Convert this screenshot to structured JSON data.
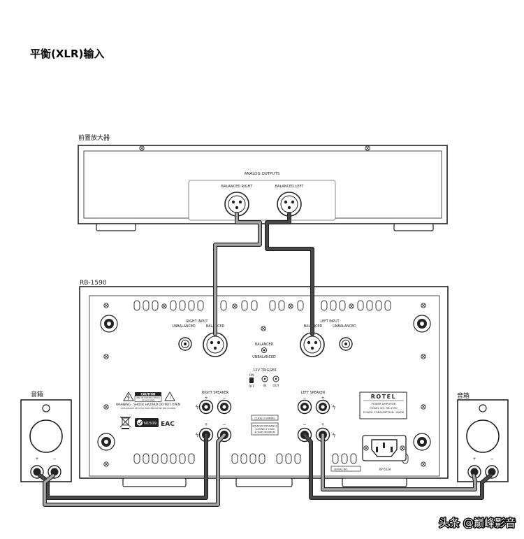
{
  "title": "平衡(XLR)输入",
  "preamp": {
    "label": "前置放大器",
    "outputs_title": "ANALOG OUTPUTS",
    "balanced_right": "BALANCED RIGHT",
    "balanced_left": "BALANCED LEFT"
  },
  "amp": {
    "model_label": "RB-1590",
    "right_input": "RIGHT INPUT",
    "left_input": "LEFT INPUT",
    "unbalanced": "UNBALANCED",
    "balanced": "BALANCED",
    "switch_balanced": "BALANCED",
    "switch_unbalanced": "UNBALANCED",
    "trigger_title": "12V TRIGGER",
    "trigger_on": "ON",
    "trigger_off": "OFF",
    "trigger_in": "IN",
    "trigger_out": "OUT",
    "caution_title": "CAUTION",
    "caution_line1": "RISK OF ELECTRIC SHOCK",
    "caution_line2": "DO NOT OPEN",
    "warning_line1": "WARNING : SHOCK HAZARD DO NOT OPEN",
    "warning_line2": "AVIS RISQUE DE CHOC ELECTRIQUE NE PAS OUVRIR",
    "cert_code": "N1509",
    "eac": "EAC",
    "right_speaker": "RIGHT SPEAKER",
    "left_speaker": "LEFT SPEAKER",
    "class2_wiring": "CLASS 2 WIRING",
    "impedance_line1": "SPEAKER IMPEDANCE",
    "impedance_line2": "(CONNECT LOAD",
    "impedance_line3": "4 OHMS MINIMUM",
    "brand": "ROTEL",
    "plate_line1": "POWER AMPLIFIER",
    "plate_line2": "MODEL NO.  RB-1590",
    "plate_line3": "POWER CONSUMPTION : 800W",
    "serial_label": "SERIAL NO.",
    "rp_code": "RP-553A",
    "plus": "+",
    "minus": "−"
  },
  "speakers": {
    "left_label": "音箱",
    "right_label": "音箱",
    "plus": "+",
    "minus": "−"
  },
  "watermark": "头条 @巅峰影音",
  "colors": {
    "cable_light": "#a8a8a8",
    "cable_dark": "#4a4a4a",
    "outline": "#222222"
  }
}
